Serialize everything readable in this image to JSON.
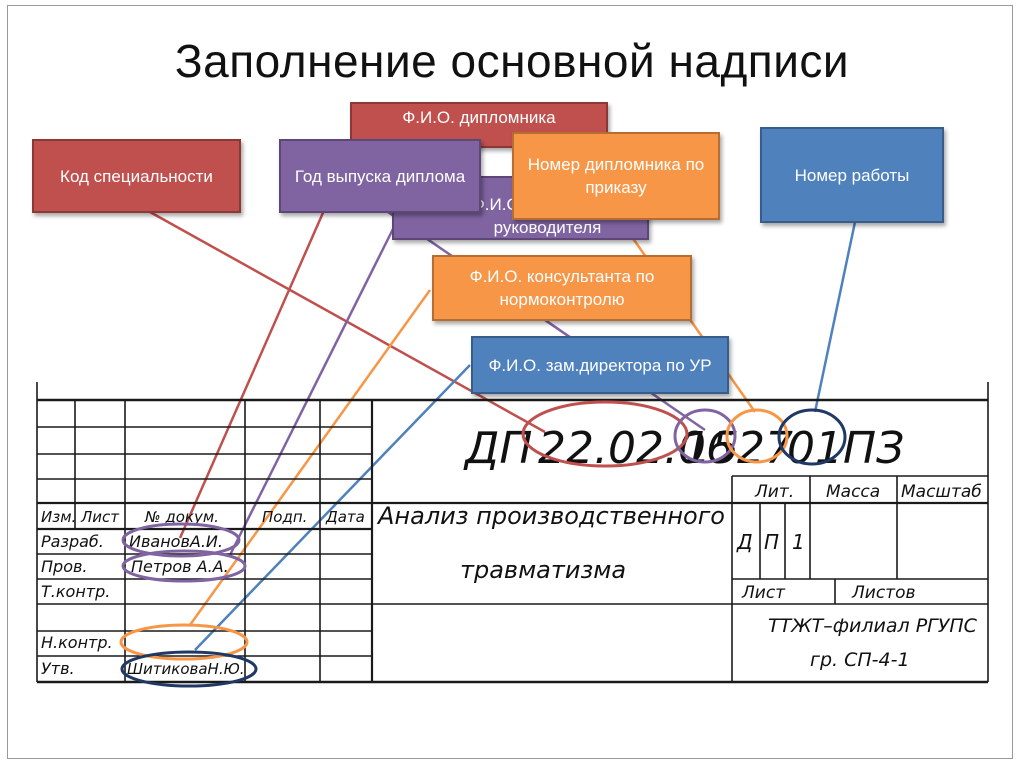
{
  "title": "Заполнение основной надписи",
  "callouts": {
    "code": "Код специальности",
    "year": "Год выпуска диплома",
    "student": "Ф.И.О. дипломника",
    "supervisor": "Ф.И.О. дипломного руководителя",
    "number": "Номер дипломника по приказу",
    "work": "Номер работы",
    "normcontrol": "Ф.И.О. консультанта по нормоконтролю",
    "deputy": "Ф.И.О. зам.директора по УР"
  },
  "stamp": {
    "designation": {
      "part_dp": "ДП",
      "part_spec": "22.02.06",
      "part_year": "15",
      "part_num": "27",
      "part_work": "01",
      "part_pz": "ПЗ"
    },
    "headers": {
      "izm": "Изм.",
      "list": "Лист",
      "doc": "№ докум.",
      "podp": "Подп.",
      "data": "Дата"
    },
    "rows": {
      "razrab": "Разраб.",
      "prov": "Пров.",
      "tkontr": "Т.контр.",
      "nkontr": "Н.контр.",
      "utv": "Утв."
    },
    "names": {
      "razrab": "ИвановА.И.",
      "prov": "Петров А.А.",
      "utv": "ШитиковаН.Ю."
    },
    "doc_title_1": "Анализ производственного",
    "doc_title_2": "травматизма",
    "lit": "Лит.",
    "massa": "Масса",
    "masshtab": "Масштаб",
    "lit_letters": [
      "Д",
      "П",
      "1"
    ],
    "sheet": "Лист",
    "sheets": "Листов",
    "org_1": "ТТЖТ–филиал РГУПС",
    "org_2": "гр. СП-4-1"
  },
  "colors": {
    "red": "#c0504d",
    "purple": "#8064a2",
    "orange": "#f79646",
    "blue": "#4f81bd",
    "navy": "#1f3864"
  }
}
